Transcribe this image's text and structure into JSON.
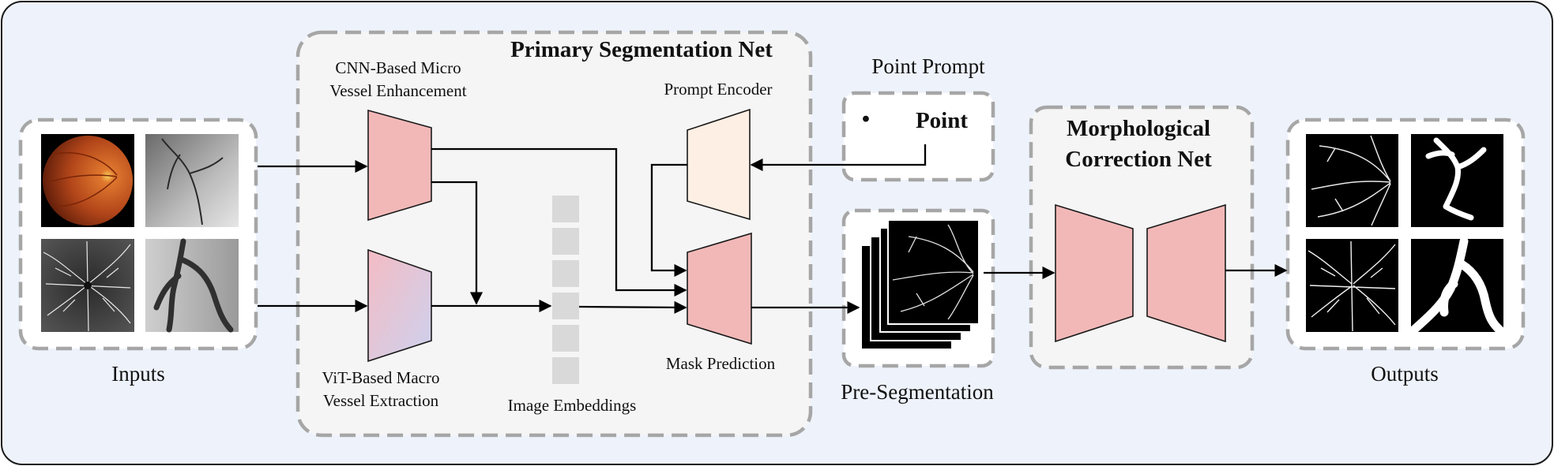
{
  "colors": {
    "background": "#eef3fb",
    "panel": "#f5f5f5",
    "dashed_border": "#a6a6a6",
    "module_pink": "#f2b8b8",
    "prompt_encoder_fill": "#fdefe3",
    "vit_gradient_start": "#f4bcc4",
    "vit_gradient_end": "#cdd1ee",
    "embedding_block": "#d9d9d9",
    "arrow": "#000000"
  },
  "inputs": {
    "label": "Inputs",
    "images": [
      "fundus-image",
      "angiogram-image",
      "octa-image",
      "coronary-angiogram-image"
    ]
  },
  "primary_net": {
    "title": "Primary Segmentation Net",
    "cnn_label": [
      "CNN-Based Micro",
      "Vessel Enhancement"
    ],
    "vit_label": [
      "ViT-Based Macro",
      "Vessel Extraction"
    ],
    "embeddings_label": "Image Embeddings",
    "embedding_blocks": 6,
    "prompt_encoder_label": "Prompt Encoder",
    "mask_prediction_label": "Mask Prediction"
  },
  "point_prompt": {
    "title": "Point Prompt",
    "bullet": "•",
    "text": "Point"
  },
  "pre_segmentation": {
    "label": "Pre-Segmentation"
  },
  "morph_net": {
    "title": [
      "Morphological",
      "Correction Net"
    ]
  },
  "outputs": {
    "label": "Outputs",
    "images": [
      "fundus-vessel-mask",
      "angiogram-vessel-mask",
      "octa-vessel-mask",
      "coronary-vessel-mask"
    ]
  }
}
